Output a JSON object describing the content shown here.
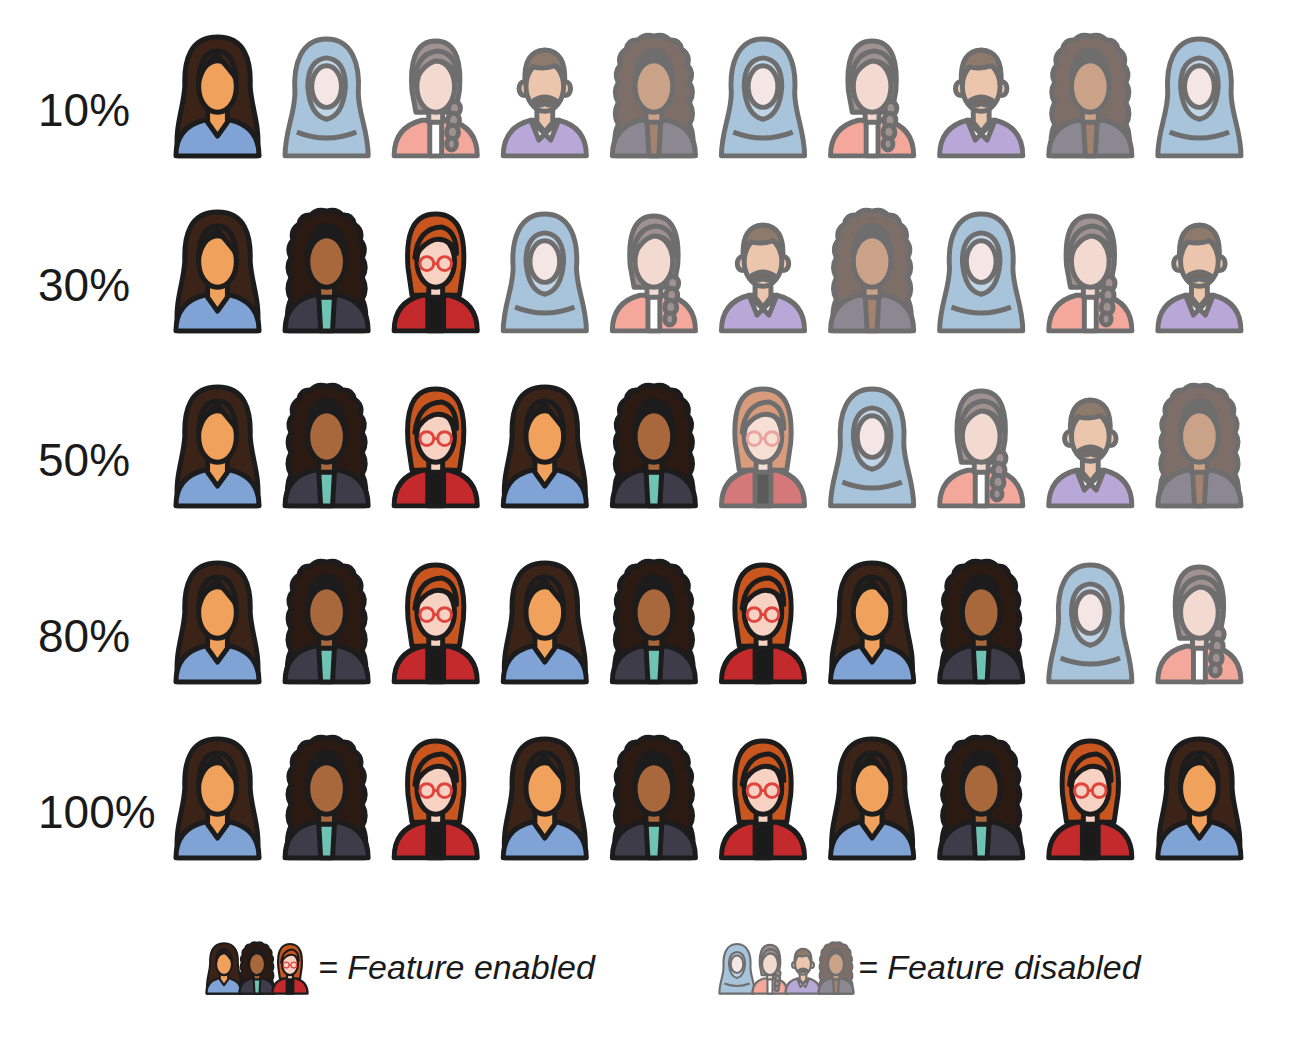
{
  "diagram": {
    "labels": [
      "10%",
      "30%",
      "50%",
      "80%",
      "100%"
    ],
    "legend": [
      {
        "text": "= Feature enabled"
      },
      {
        "text": "= Feature disabled"
      }
    ]
  }
}
